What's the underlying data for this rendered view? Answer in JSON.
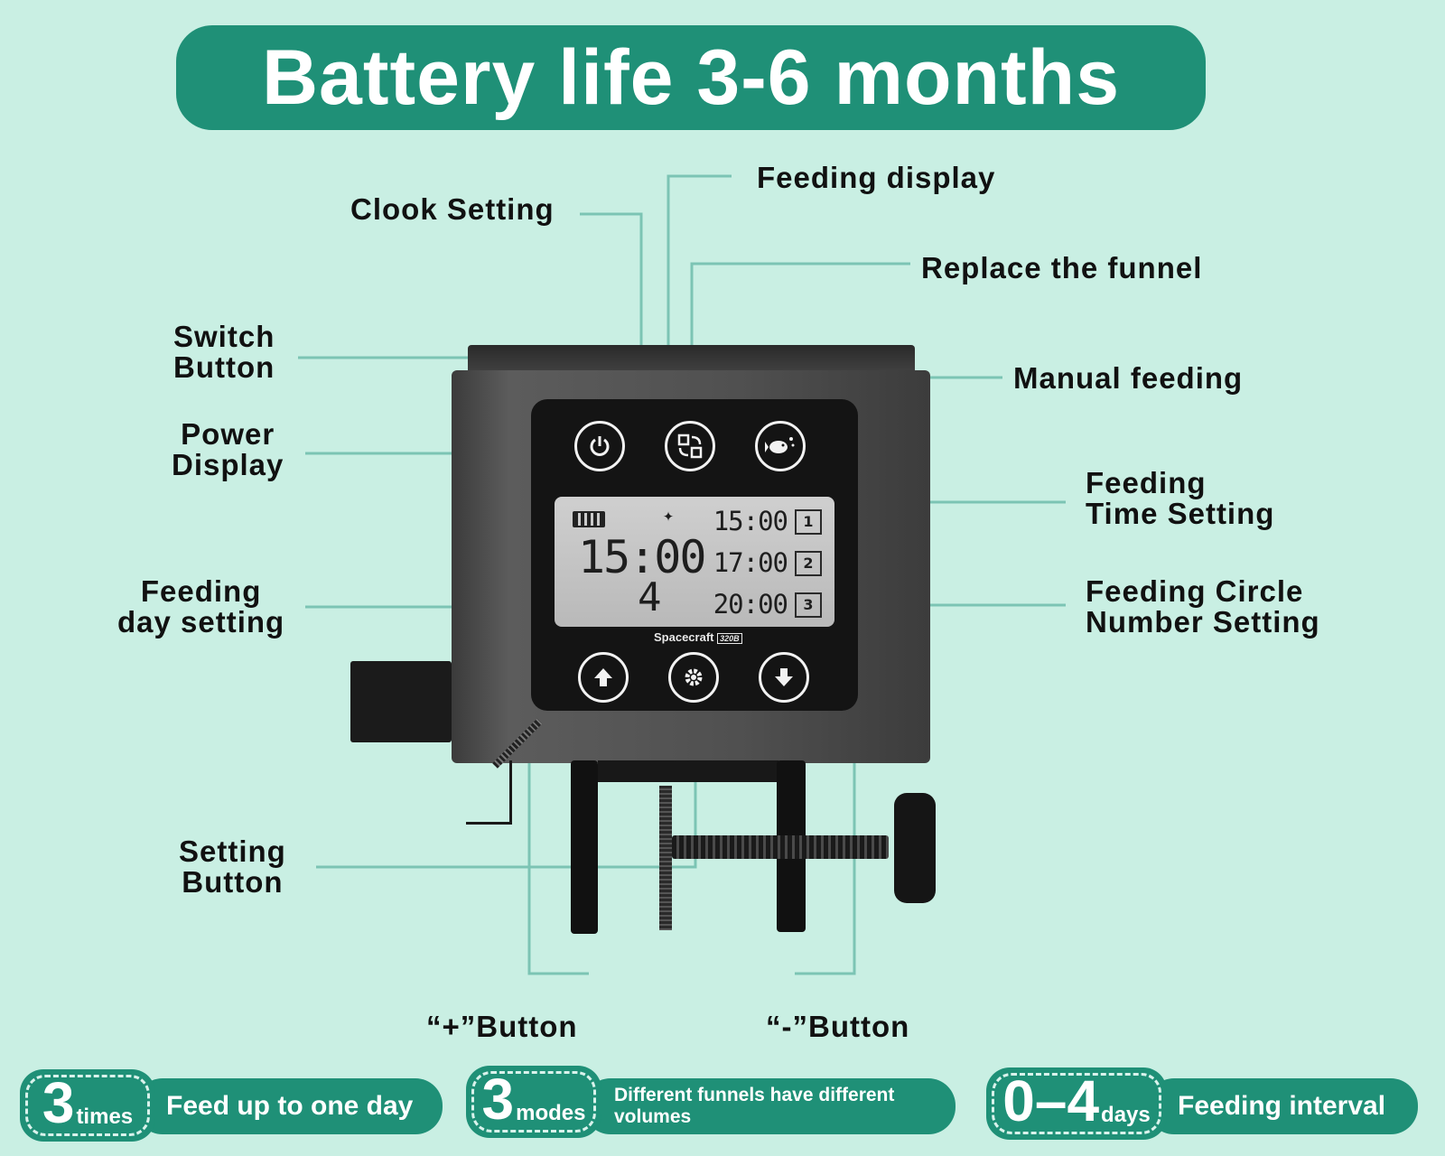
{
  "header": {
    "title": "Battery life 3-6 months"
  },
  "callouts": {
    "clock_setting": "Clook Setting",
    "feeding_display": "Feeding display",
    "replace_funnel": "Replace the funnel",
    "switch_button": [
      "Switch",
      "Button"
    ],
    "power_display": [
      "Power",
      "Display"
    ],
    "manual_feeding": "Manual feeding",
    "feeding_time_setting": [
      "Feeding",
      "Time Setting"
    ],
    "feeding_circle_setting": [
      "Feeding Circle",
      "Number Setting"
    ],
    "feeding_day_setting": [
      "Feeding",
      "day setting"
    ],
    "setting_button": [
      "Setting",
      "Button"
    ],
    "plus_button": "“+”Button",
    "minus_button": "“-”Button"
  },
  "device": {
    "lcd_clock": "15:00",
    "lcd_day": "4",
    "feed_times": [
      {
        "time": "15:00",
        "count": "1"
      },
      {
        "time": "17:00",
        "count": "2"
      },
      {
        "time": "20:00",
        "count": "3"
      }
    ],
    "brand": "Spacecraft",
    "model": "320B",
    "icons": {
      "power": "power-icon",
      "funnel": "swap-icon",
      "manual": "fish-icon",
      "up": "arrow-up-icon",
      "setting": "gear-icon",
      "down": "arrow-down-icon"
    }
  },
  "badges": [
    {
      "number": "3",
      "unit": "times",
      "text": "Feed up to one day"
    },
    {
      "number": "3",
      "unit": "modes",
      "text": "Different funnels have different volumes"
    },
    {
      "number": "0–4",
      "unit": "days",
      "text": "Feeding interval"
    }
  ],
  "colors": {
    "background": "#c9efe3",
    "accent": "#1f9077",
    "leader": "#7cc4b4"
  }
}
